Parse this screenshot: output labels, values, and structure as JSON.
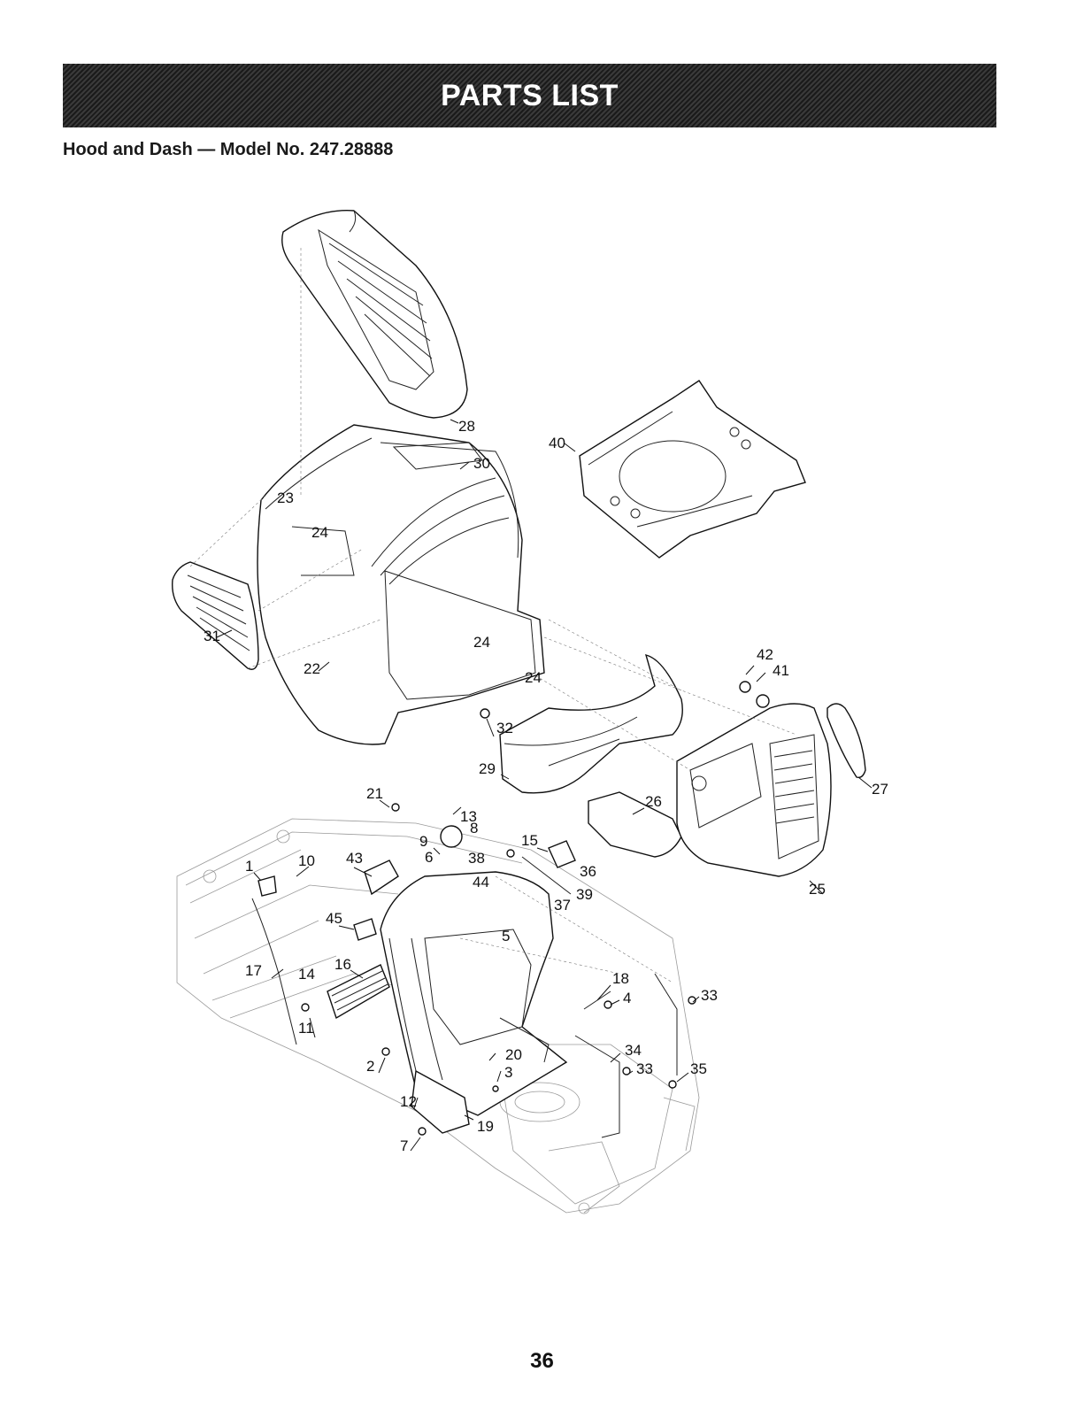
{
  "header": {
    "title": "PARTS LIST"
  },
  "subtitle": "Hood and Dash — Model No. 247.28888",
  "page_number": "36",
  "callouts": {
    "c1": "1",
    "c2": "2",
    "c3": "3",
    "c4": "4",
    "c5": "5",
    "c6": "6",
    "c7": "7",
    "c8": "8",
    "c9": "9",
    "c10": "10",
    "c11": "11",
    "c12": "12",
    "c13": "13",
    "c14": "14",
    "c15": "15",
    "c16": "16",
    "c17": "17",
    "c18": "18",
    "c19": "19",
    "c20": "20",
    "c21": "21",
    "c22": "22",
    "c23": "23",
    "c24a": "24",
    "c24b": "24",
    "c24c": "24",
    "c25": "25",
    "c26": "26",
    "c27": "27",
    "c28": "28",
    "c29": "29",
    "c30": "30",
    "c31": "31",
    "c32": "32",
    "c33a": "33",
    "c33b": "33",
    "c34": "34",
    "c35": "35",
    "c36": "36",
    "c37": "37",
    "c38": "38",
    "c39": "39",
    "c40": "40",
    "c41": "41",
    "c42": "42",
    "c43": "43",
    "c44": "44",
    "c45": "45"
  }
}
